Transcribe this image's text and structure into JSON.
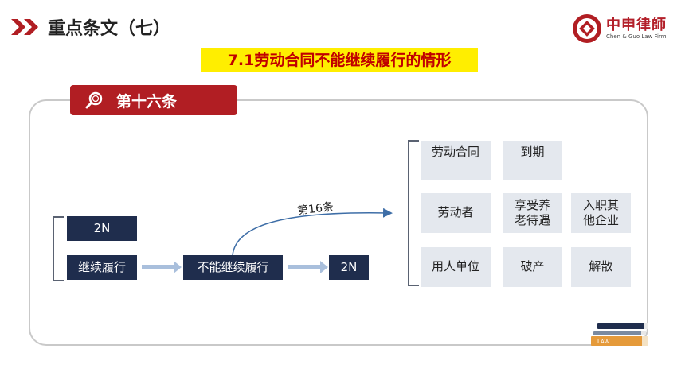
{
  "header": {
    "title": "重点条文（七）",
    "subtitle": "7.1劳动合同不能继续履行的情形"
  },
  "logo": {
    "name_cn": "中申律師",
    "name_en": "Chen & Guo Law Firm"
  },
  "article_tab": {
    "label": "第十六条",
    "icon": "magnifier-icon"
  },
  "flow": {
    "top_2n": "2N",
    "continue": "继续履行",
    "cannot_continue": "不能继续履行",
    "result_2n": "2N",
    "curve_label": "第16条"
  },
  "grid": {
    "rows": [
      {
        "header": "劳动合同",
        "cells": [
          "到期"
        ]
      },
      {
        "header": "劳动者",
        "cells": [
          "享受养\n老待遇",
          "入职其\n他企业"
        ]
      },
      {
        "header": "用人单位",
        "cells": [
          "破产",
          "解散"
        ]
      }
    ]
  },
  "books": {
    "spine_label": "LAW"
  },
  "colors": {
    "brand_red": "#b11e23",
    "navy": "#1f2d4d",
    "highlight_yellow": "#ffee00",
    "subtitle_red": "#c00000",
    "cell_gray": "#e4e8ee",
    "arrow_blue": "#3e6ea7"
  }
}
